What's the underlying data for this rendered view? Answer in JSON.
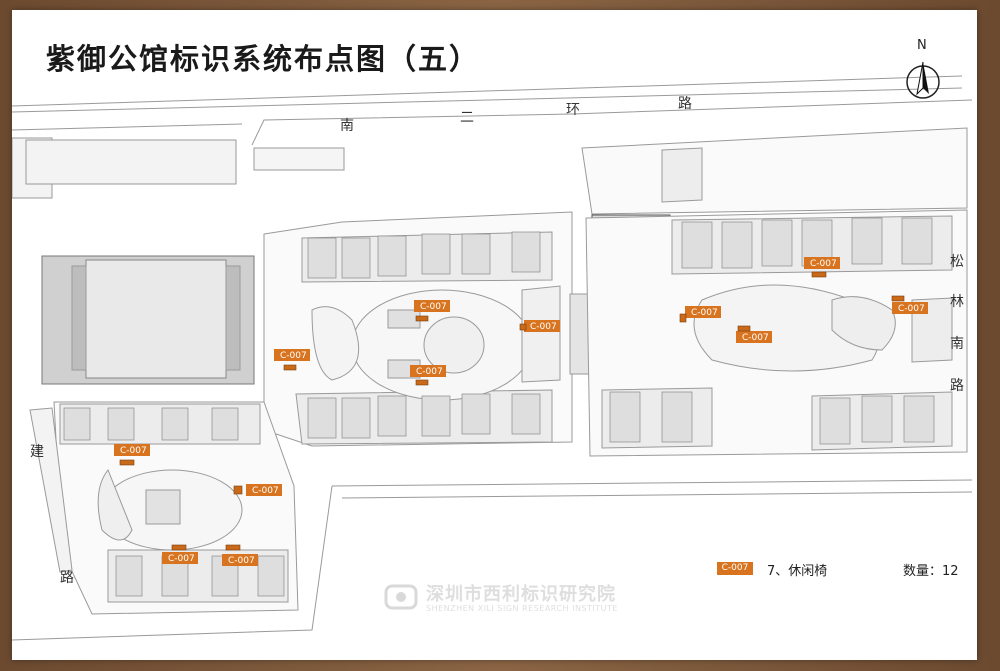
{
  "title": "紫御公馆标识系统布点图（五）",
  "north": {
    "label": "N",
    "icon": "north-arrow-icon"
  },
  "roads": {
    "south_second_ring": [
      "南",
      "二",
      "环",
      "路"
    ],
    "songlin_south": [
      "松",
      "林",
      "南",
      "路"
    ],
    "jian_road": [
      "建",
      "路"
    ]
  },
  "markers": [
    {
      "code": "C-007",
      "zone": "west-middle-left"
    },
    {
      "code": "C-007",
      "zone": "west-center-top"
    },
    {
      "code": "C-007",
      "zone": "west-center-bottom"
    },
    {
      "code": "C-007",
      "zone": "west-right"
    },
    {
      "code": "C-007",
      "zone": "southwest-top"
    },
    {
      "code": "C-007",
      "zone": "southwest-mid"
    },
    {
      "code": "C-007",
      "zone": "southwest-bottom-left"
    },
    {
      "code": "C-007",
      "zone": "southwest-bottom-right"
    },
    {
      "code": "C-007",
      "zone": "east-top"
    },
    {
      "code": "C-007",
      "zone": "east-left"
    },
    {
      "code": "C-007",
      "zone": "east-center"
    },
    {
      "code": "C-007",
      "zone": "east-right"
    }
  ],
  "legend": {
    "code": "C-007",
    "description": "7、休闲椅",
    "count_label": "数量：12"
  },
  "watermark": {
    "name_cn": "深圳市西利标识研究院",
    "name_en": "SHENZHEN XILI SIGN RESEARCH INSTITUTE",
    "icon": "institute-logo-icon"
  },
  "colors": {
    "tag": "#d8741f",
    "frame": "#7a5538",
    "building_line": "#8a8a8a",
    "building_fill": "#e6e6e6"
  }
}
